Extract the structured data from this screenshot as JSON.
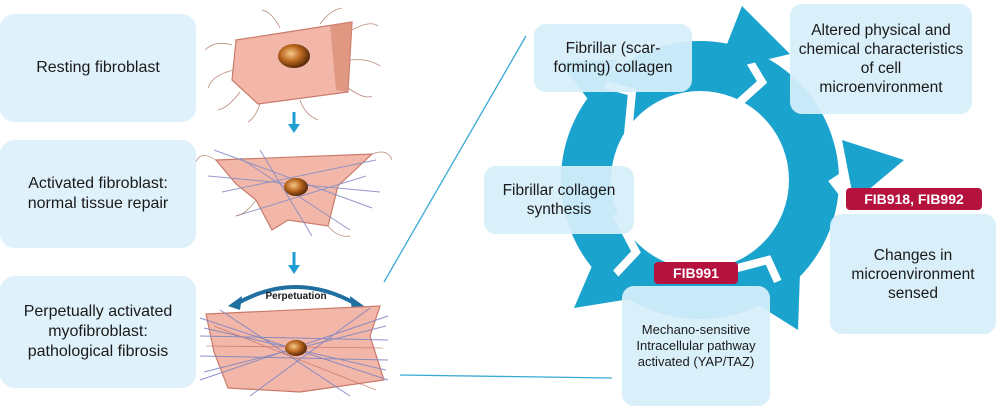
{
  "stages": [
    {
      "label": "Resting fibroblast"
    },
    {
      "label": "Activated fibroblast: normal tissue repair"
    },
    {
      "label": "Perpetually activated myofibroblast: pathological fibrosis"
    }
  ],
  "perpetuation_label": "Perpetuation",
  "cycle": {
    "steps": [
      {
        "label": "Fibrillar (scar-forming) collagen"
      },
      {
        "label": "Altered physical and chemical characteristics of cell microenvironment"
      },
      {
        "label": "Changes in microenvironment sensed"
      },
      {
        "label": "Mechano-sensitive Intracellular pathway activated (YAP/TAZ)"
      },
      {
        "label": "Fibrillar collagen synthesis"
      }
    ],
    "tags": [
      {
        "label": "FIB918, FIB992"
      },
      {
        "label": "FIB991"
      }
    ]
  },
  "colors": {
    "cycle": "#1aa3cc",
    "box": "#dff1fb",
    "tag": "#b5123e",
    "down_arrow": "#1f9ed1"
  }
}
